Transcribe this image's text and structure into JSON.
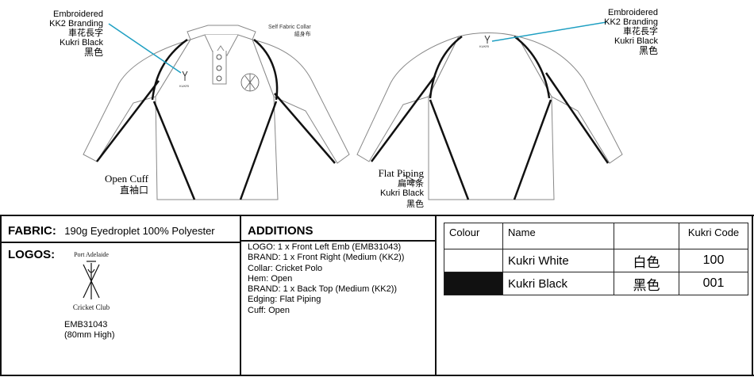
{
  "drawing": {
    "front": {
      "branding_callout": {
        "line1": "Embroidered",
        "line2": "KK2 Branding",
        "line3": "車花長字",
        "line4": "Kukri Black",
        "line5": "黑色"
      },
      "collar_note": {
        "line1": "Self Fabric Collar",
        "line2": "組身布"
      },
      "cuff_note": {
        "line1": "Open Cuff",
        "line2": "直袖口"
      },
      "chest_logo_text": "KUKRI"
    },
    "back": {
      "branding_callout": {
        "line1": "Embroidered",
        "line2": "KK2 Branding",
        "line3": "車花長字",
        "line4": "Kukri Black",
        "line5": "黑色"
      },
      "piping_note": {
        "line1": "Flat Piping",
        "line2": "扁啤条",
        "line3": "Kukri Black",
        "line4": "黑色"
      },
      "back_logo_text": "KUKRI"
    },
    "callout_line_color": "#1e9fc2"
  },
  "fabric": {
    "label": "FABRIC:",
    "value": "190g Eyedroplet 100% Polyester"
  },
  "logos": {
    "label": "LOGOS:",
    "club_top": "Port Adelaide",
    "club_bottom": "Cricket Club",
    "code": "EMB31043",
    "size": "(80mm High)"
  },
  "additions": {
    "label": "ADDITIONS",
    "items": [
      "LOGO: 1 x Front Left Emb (EMB31043)",
      "BRAND: 1 x Front Right (Medium (KK2))",
      "Collar: Cricket Polo",
      "Hem: Open",
      "BRAND: 1 x Back Top (Medium (KK2))",
      "Edging: Flat Piping",
      "Cuff: Open"
    ]
  },
  "colours_table": {
    "headers": [
      "Colour",
      "Name",
      "",
      "Kukri Code"
    ],
    "rows": [
      {
        "swatch": "#ffffff",
        "name": "Kukri White",
        "cn": "白色",
        "code": "100"
      },
      {
        "swatch": "#111111",
        "name": "Kukri Black",
        "cn": "黑色",
        "code": "001"
      }
    ]
  }
}
